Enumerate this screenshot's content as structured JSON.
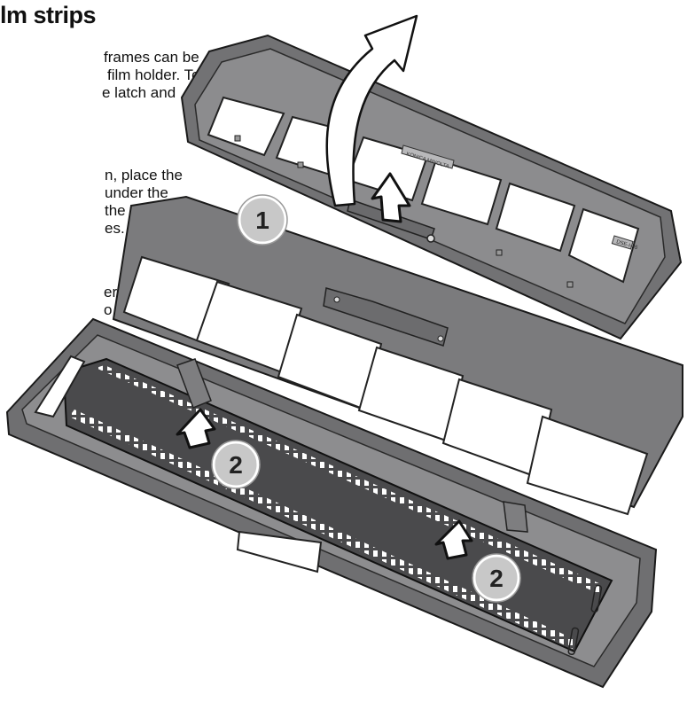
{
  "heading": "lm strips",
  "paragraphs": [
    [
      "frames can be",
      "film holder. To",
      "e latch and"
    ],
    [
      "n, place the",
      "under the",
      " the film",
      "es."
    ],
    [
      "er",
      "o"
    ]
  ],
  "callouts": {
    "step1": "1",
    "step2a": "2",
    "step2b": "2"
  },
  "holder_labels": {
    "top_plate_text": "KONICA MINOLTA",
    "corner_tag": "DSE-I-35"
  },
  "icons": [
    "curved-arrow-icon",
    "up-arrow-icon"
  ],
  "colors": {
    "plastic_dark": "#6e6e70",
    "plastic_mid": "#8a8a8c",
    "plastic_light": "#a9a9ab",
    "film": "#4a4a4c",
    "badge": "#c8c8c8"
  }
}
